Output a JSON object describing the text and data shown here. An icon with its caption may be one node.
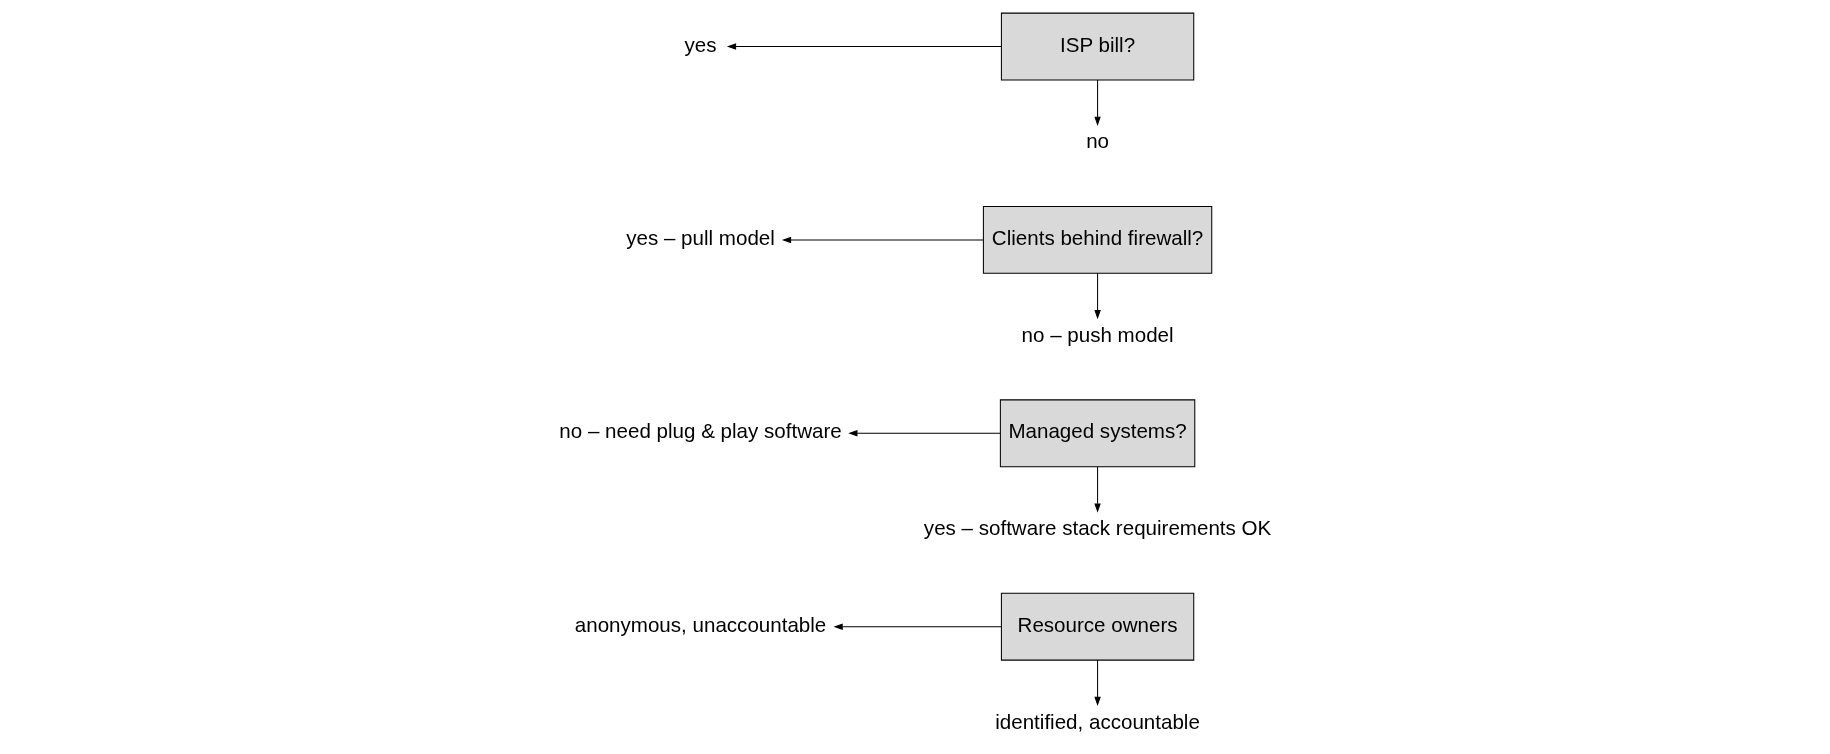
{
  "diagram": {
    "nodes": [
      {
        "text": [
          "anonymous, unaccountable"
        ]
      },
      {
        "text": [
          "Resource owners"
        ]
      },
      {
        "text": [
          "identified, accountable"
        ]
      },
      {
        "text": [
          "no – need plug & play software"
        ]
      },
      {
        "text": [
          "Managed systems?"
        ]
      },
      {
        "text": [
          "yes – software stack requirements OK"
        ]
      },
      {
        "text": [
          "yes – pull model"
        ]
      },
      {
        "text": [
          "Clients behind firewall?"
        ]
      },
      {
        "text": [
          "no – push model"
        ]
      },
      {
        "text": [
          "yes"
        ]
      },
      {
        "text": [
          "ISP bill?"
        ]
      },
      {
        "text": [
          "no"
        ]
      }
    ],
    "edges": [
      {
        "from": 1,
        "to": 0,
        "arrow": "to"
      },
      {
        "from": 1,
        "to": 2,
        "arrow": "to"
      },
      {
        "from": 4,
        "to": 3,
        "arrow": "to"
      },
      {
        "from": 4,
        "to": 5,
        "arrow": "to"
      },
      {
        "from": 7,
        "to": 6,
        "arrow": "to"
      },
      {
        "from": 7,
        "to": 8,
        "arrow": "to"
      },
      {
        "from": 10,
        "to": 9,
        "arrow": "to"
      },
      {
        "from": 10,
        "to": 11,
        "arrow": "to"
      }
    ]
  }
}
